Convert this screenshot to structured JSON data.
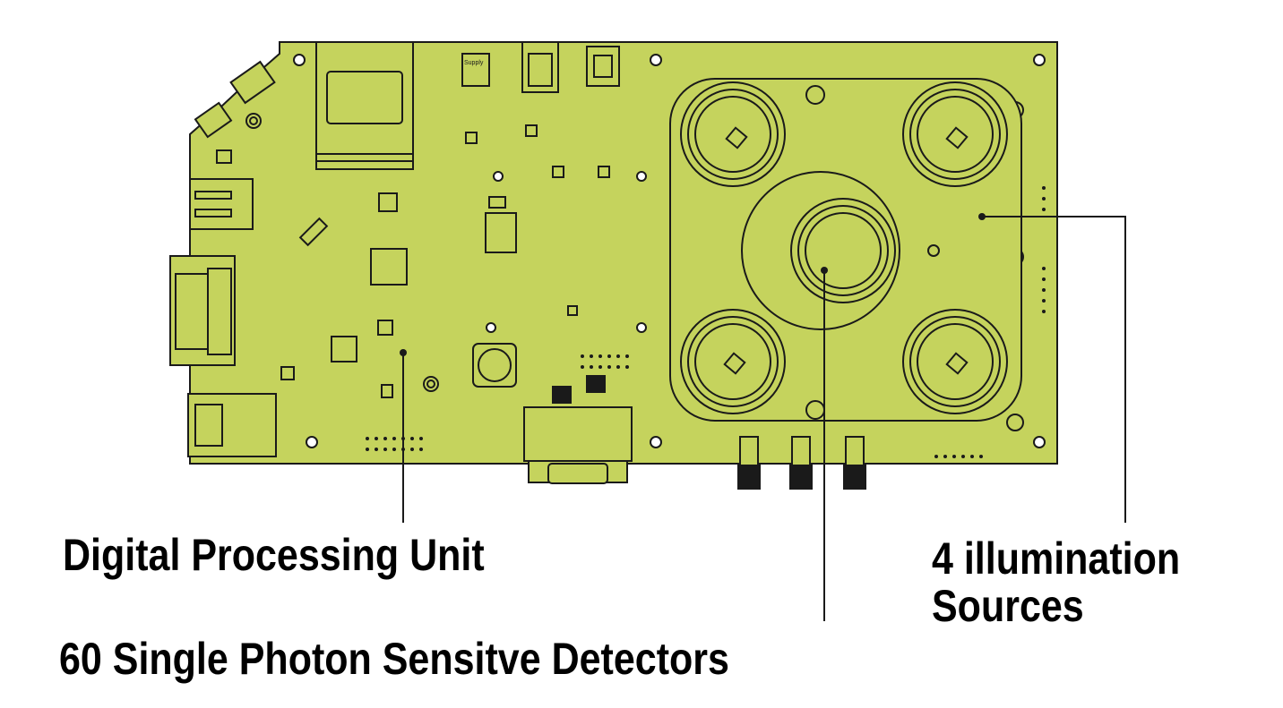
{
  "colors": {
    "board": "#c5d35d",
    "outline": "#1a1a1a",
    "background": "#ffffff"
  },
  "callouts": {
    "digital_processing_unit": "Digital Processing Unit",
    "detectors": "60 Single Photon Sensitve Detectors",
    "illumination_line1": "4 illumination",
    "illumination_line2": "Sources"
  },
  "board_marking": "Supply"
}
